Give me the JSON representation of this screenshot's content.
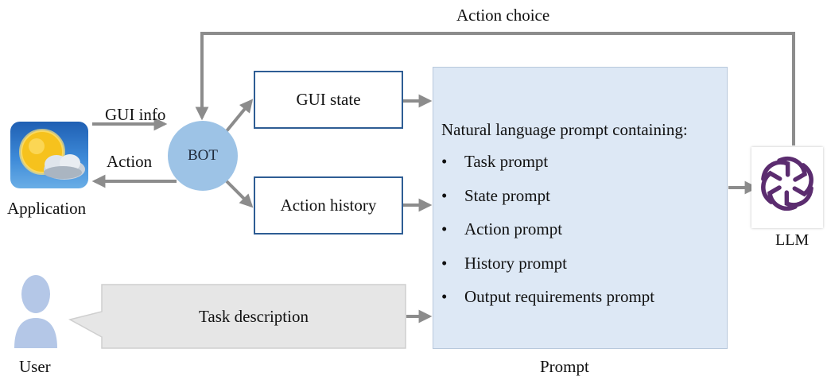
{
  "diagram": {
    "labels": {
      "action_choice": "Action choice",
      "gui_info": "GUI info",
      "action": "Action",
      "application": "Application",
      "bot": "BOT",
      "gui_state": "GUI state",
      "action_history": "Action history",
      "llm": "LLM",
      "task_description": "Task description",
      "user": "User",
      "prompt": "Prompt"
    },
    "prompt_panel": {
      "heading": "Natural language prompt containing:",
      "bullet_glyph": "•",
      "items": [
        "Task prompt",
        "State prompt",
        "Action prompt",
        "History prompt",
        "Output requirements prompt"
      ]
    },
    "colors": {
      "arrow": "#8c8c8c",
      "box_border": "#2e5d94",
      "bot_fill": "#9dc3e6",
      "prompt_fill": "#dde8f5",
      "task_fill": "#e6e6e6",
      "user_fill": "#b4c7e7",
      "llm_logo": "#5b2c6f"
    },
    "icons": {
      "application": "weather-sun-cloud-icon",
      "user": "person-silhouette-icon",
      "llm": "openai-knot-logo-icon"
    }
  }
}
